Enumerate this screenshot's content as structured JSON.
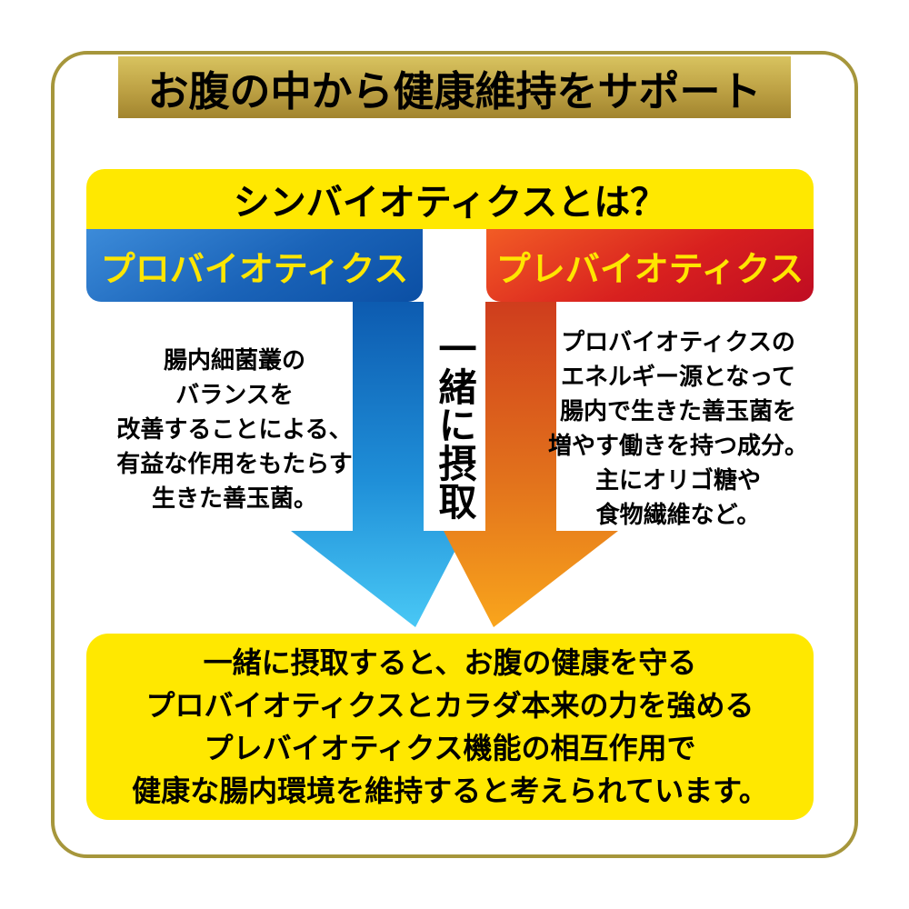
{
  "banner": {
    "title": "お腹の中から健康維持をサポート"
  },
  "section": {
    "title": "シンバイオティクスとは？"
  },
  "probiotics": {
    "header": "プロバイオティクス",
    "lines": [
      "腸内細菌叢の",
      "バランスを",
      "改善することによる、",
      "有益な作用をもたらす",
      "生きた善玉菌。"
    ]
  },
  "prebiotics": {
    "header": "プレバイオティクス",
    "lines": [
      "プロバイオティクスの",
      "エネルギー源となって",
      "腸内で生きた善玉菌を",
      "増やす働きを持つ成分。",
      "主にオリゴ糖や",
      "食物繊維など。"
    ]
  },
  "together_label": "一緒に摂取",
  "conclusion": {
    "lines": [
      "一緒に摂取すると、お腹の健康を守る",
      "プロバイオティクスとカラダ本来の力を強める",
      "プレバイオティクス機能の相互作用で",
      "健康な腸内環境を維持すると考えられています。"
    ]
  },
  "colors": {
    "frame_gold": "#a6963b",
    "banner_gold_top": "#d8c35f",
    "banner_gold_bottom": "#a2852e",
    "highlight_yellow": "#ffe800",
    "probiotics_blue_light": "#3c8bd9",
    "probiotics_blue_dark": "#0b4fa4",
    "prebiotics_red_light": "#f25c25",
    "prebiotics_red_dark": "#bf0c22",
    "arrow_blue_top": "#0d5bb0",
    "arrow_blue_bottom": "#49c8f5",
    "arrow_orange_top": "#cf3d1d",
    "arrow_orange_bottom": "#f9a51c",
    "header_text_yellow": "#ffe600",
    "text_black": "#000000"
  }
}
